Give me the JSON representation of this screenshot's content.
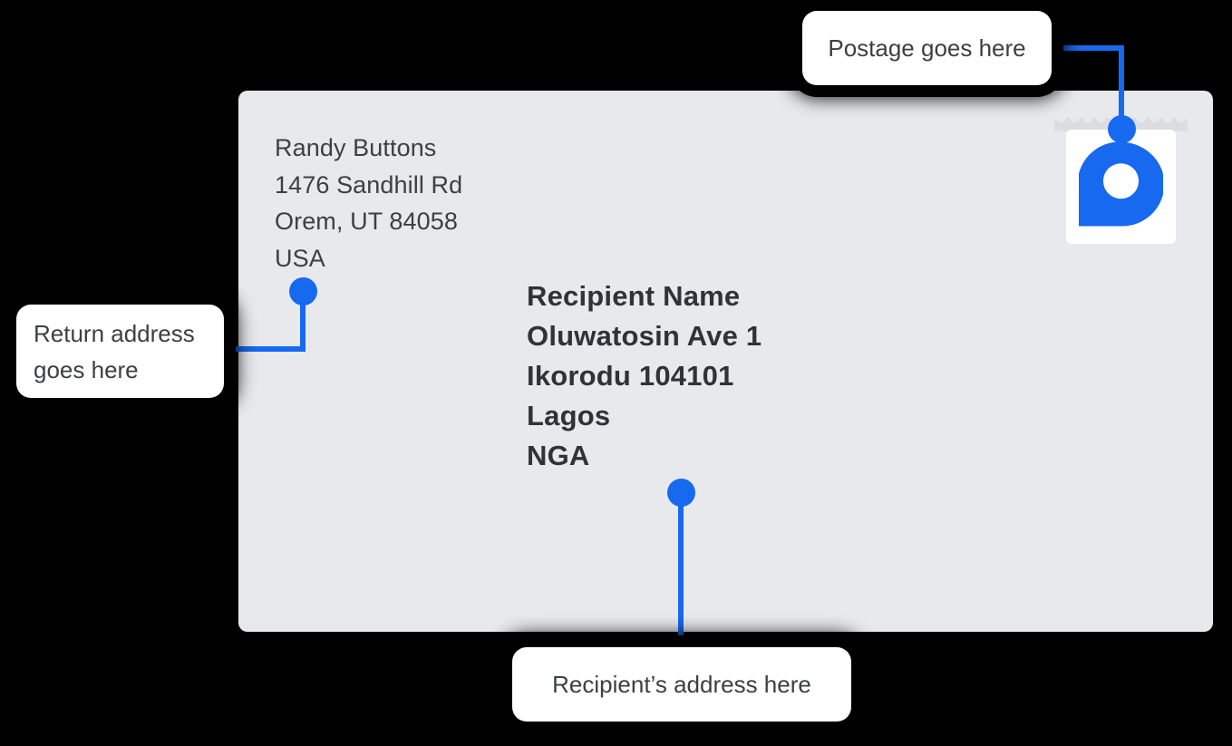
{
  "envelope": {
    "return_address": {
      "lines": [
        "Randy Buttons",
        "1476 Sandhill Rd",
        "Orem, UT 84058",
        "USA"
      ]
    },
    "recipient_address": {
      "lines": [
        "Recipient Name",
        "Oluwatosin Ave 1",
        "Ikorodu 104101",
        "Lagos",
        "NGA"
      ]
    },
    "stamp": {
      "logo_name": "location-pin-logo"
    }
  },
  "callouts": {
    "postage": {
      "text": "Postage goes here"
    },
    "return": {
      "line1": "Return address",
      "line2": "goes here"
    },
    "recipient": {
      "text": "Recipient’s address here"
    }
  },
  "colors": {
    "accent_blue": "#1769f0",
    "envelope_fill": "#e8e9ed",
    "text_dark": "#3c4043",
    "recipient_text": "#2f3338",
    "bubble_bg": "#ffffff",
    "page_bg": "#000000",
    "stamp_perf": "#dcdde1"
  }
}
